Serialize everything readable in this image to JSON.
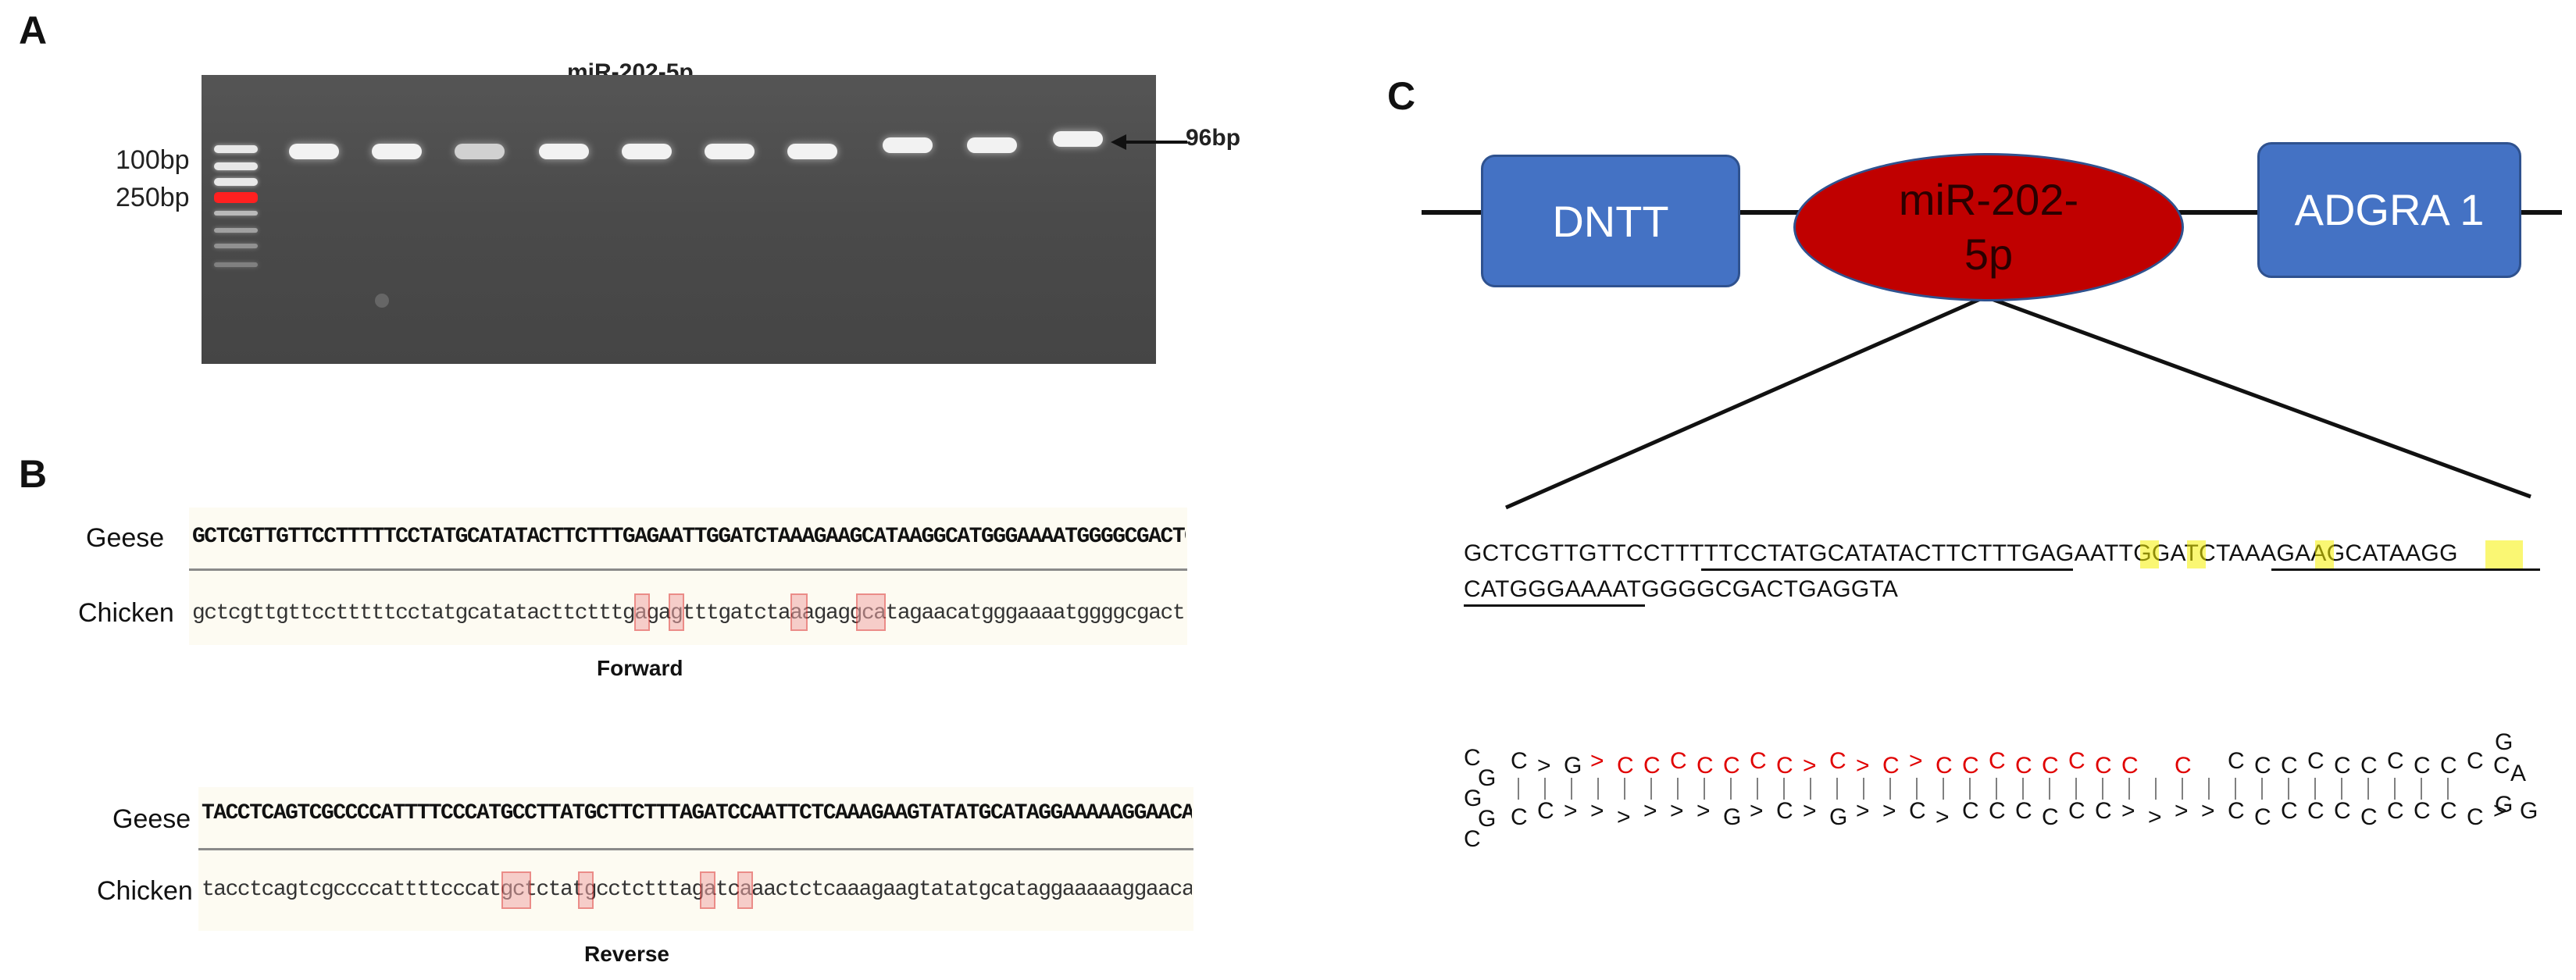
{
  "panel_a": {
    "letter": "A",
    "title": "miR-202-5p",
    "ladder_labels": [
      "100bp",
      "250bp"
    ],
    "band_label": "96bp"
  },
  "panel_b": {
    "letter": "B",
    "forward": {
      "geese_label": "Geese",
      "chicken_label": "Chicken",
      "geese_seq": "GCTCGTTGTTCCTTTTTCCTATGCATATACTTCTTTGAGAATTGGATCTAAAGAAGCATAAGGCATGGGAAAATGGGGCGACTGAGGTA",
      "chicken_seq": "gctcgttgttcctttttcctatgcatatacttctttgagagtttgatctaaagaggcatagaacatgggaaaatggggcgactgaggta",
      "direction": "Forward"
    },
    "reverse": {
      "geese_label": "Geese",
      "chicken_label": "Chicken",
      "geese_seq": "TACCTCAGTCGCCCCATTTTCCCATGCCTTATGCTTCTTTAGATCCAATTCTCAAAGAAGTATATGCATAGGAAAAAGGAACAACGAGC",
      "chicken_seq": "tacctcagtcgccccattttcccatgctctatgcctctttagatcaaactctcaaagaagtatatgcataggaaaaaggaacaacgagc",
      "direction": "Reverse"
    }
  },
  "panel_c": {
    "letter": "C",
    "gene_left": "DNTT",
    "mirna": "miR-202-5p",
    "gene_right": "ADGRA 1",
    "seq_line1": "GCTCGTTGTTCCTTTTTCCTATGCATATACTTCTTTGAGAATTGGATCTAAAGAAGCATAAGG",
    "seq_line2": "CATGGGAAAATGGGGCGACTGAGGTA",
    "hairpin_loop": "GAG",
    "colors": {
      "gene_box": "#4472c4",
      "mirna": "#c00000",
      "mismatch": "#f1a8a8",
      "highlight": "#f5f000",
      "hairpin_red": "#e00000"
    }
  }
}
